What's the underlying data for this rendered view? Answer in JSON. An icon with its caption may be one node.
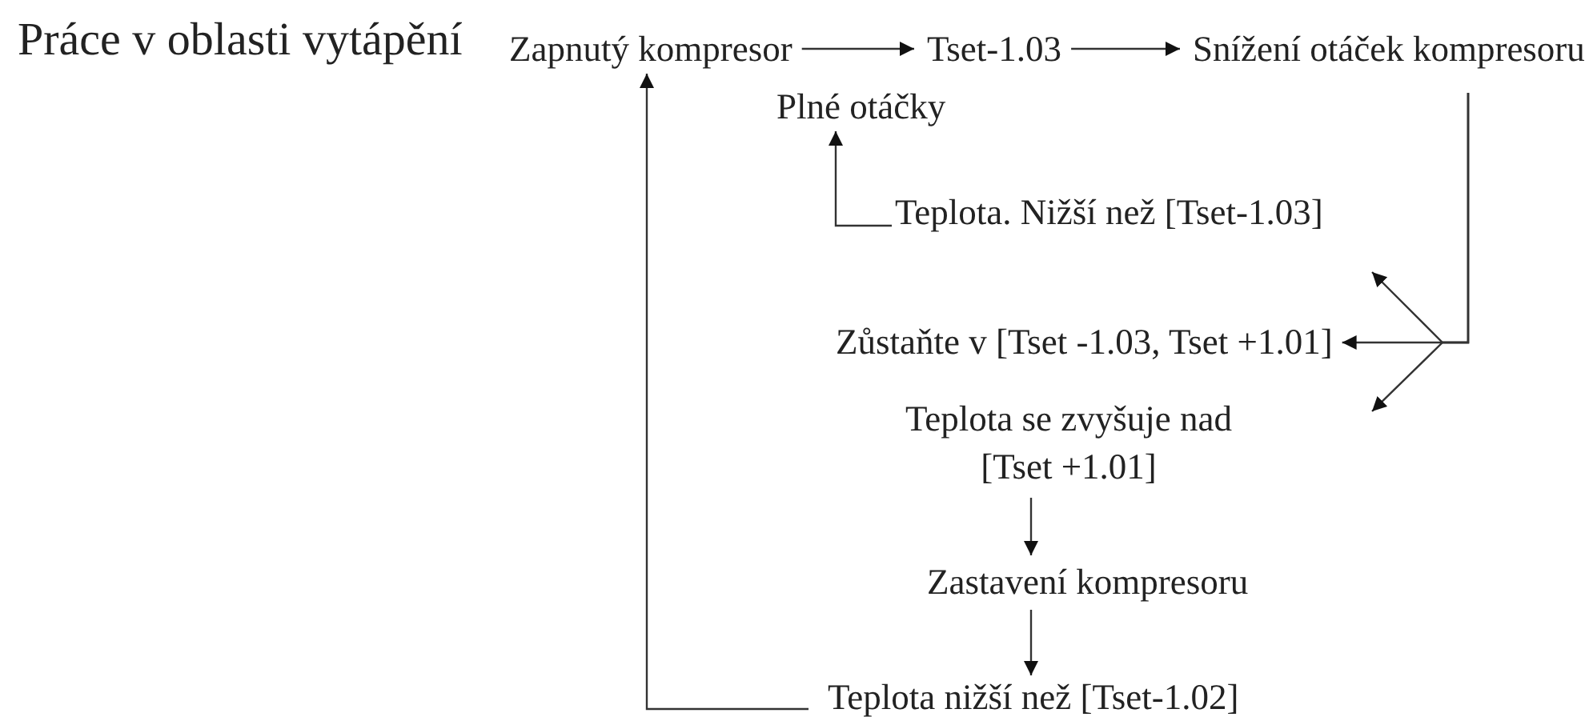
{
  "diagram": {
    "title": "Práce v oblasti vytápění",
    "nodes": [
      {
        "text": [
          "Zapnutý kompresor"
        ]
      },
      {
        "text": [
          "Tset-1.03"
        ]
      },
      {
        "text": [
          "Snížení otáček kompresoru"
        ]
      },
      {
        "text": [
          "Plné otáčky"
        ]
      },
      {
        "text": [
          "Teplota. Nižší než [Tset-1.03]"
        ]
      },
      {
        "text": [
          "Zůstaňte v [Tset -1.03, Tset +1.01]"
        ]
      },
      {
        "text": [
          "Teplota se zvyšuje nad [Tset +1.01]"
        ]
      },
      {
        "text": [
          "Zastavení kompresoru"
        ]
      },
      {
        "text": [
          "Teplota nižší než [Tset-1.02]"
        ]
      }
    ],
    "edges": [
      {
        "from": 0,
        "to": 1,
        "arrow": "to"
      },
      {
        "from": 1,
        "to": 2,
        "arrow": "to"
      },
      {
        "from": 4,
        "to": 3,
        "arrow": "to"
      },
      {
        "from": 2,
        "to": 5,
        "arrow": "to"
      },
      {
        "from": 2,
        "to": null,
        "arrow": "to"
      },
      {
        "from": 2,
        "to": null,
        "arrow": "to"
      },
      {
        "from": 6,
        "to": 7,
        "arrow": "to"
      },
      {
        "from": 7,
        "to": 8,
        "arrow": "to"
      },
      {
        "from": 8,
        "to": 0,
        "arrow": "to"
      }
    ]
  }
}
